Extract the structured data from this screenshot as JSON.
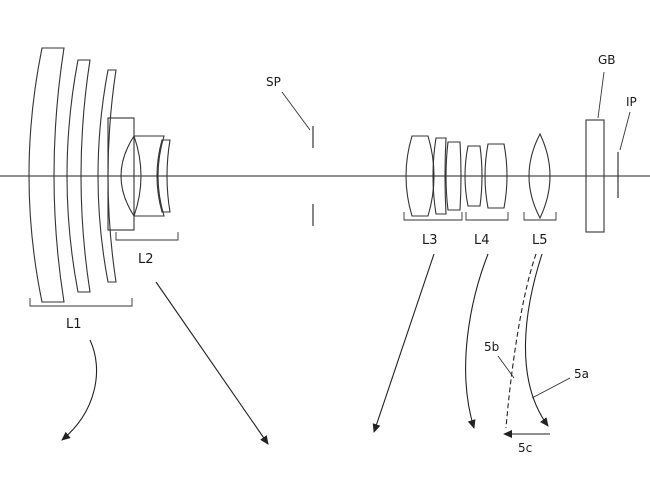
{
  "figure": {
    "labels": {
      "sp": "SP",
      "gb": "GB",
      "ip": "IP",
      "l1": "L1",
      "l2": "L2",
      "l3": "L3",
      "l4": "L4",
      "l5": "L5",
      "l5b": "5b",
      "l5a": "5a",
      "l5c": "5c"
    },
    "colors": {
      "ink": "#222222",
      "background": "#ffffff"
    }
  }
}
